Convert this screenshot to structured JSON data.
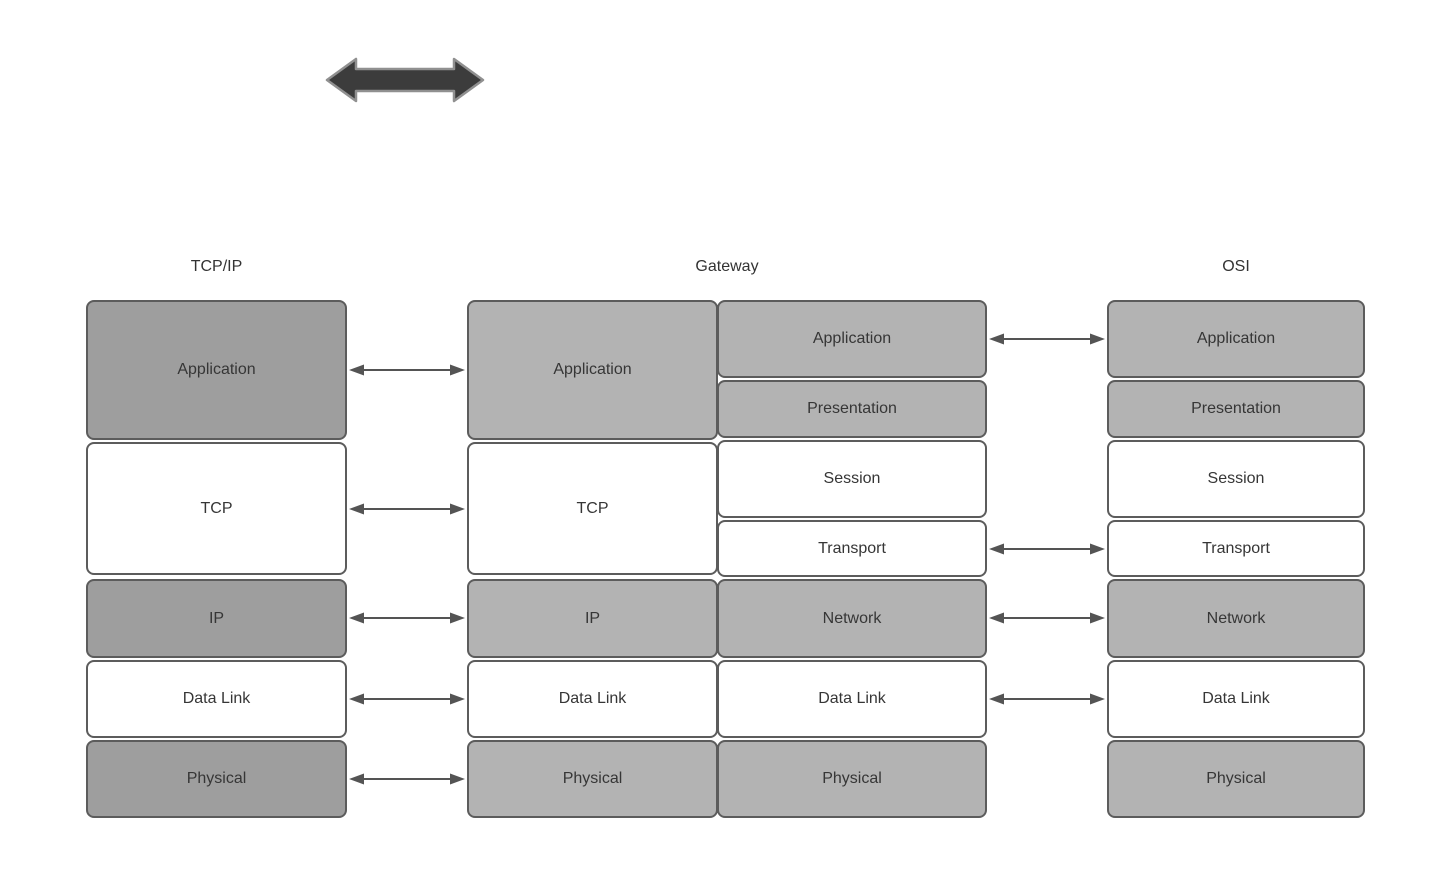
{
  "headers": {
    "tcpip": "TCP/IP",
    "gateway": "Gateway",
    "osi": "OSI"
  },
  "stacks": {
    "tcpip": [
      "Application",
      "TCP",
      "IP",
      "Data Link",
      "Physical"
    ],
    "gateway_left": [
      "Application",
      "TCP",
      "IP",
      "Data Link",
      "Physical"
    ],
    "gateway_right": [
      "Application",
      "Presentation",
      "Session",
      "Transport",
      "Network",
      "Data Link",
      "Physical"
    ],
    "osi": [
      "Application",
      "Presentation",
      "Session",
      "Transport",
      "Network",
      "Data Link",
      "Physical"
    ]
  },
  "colors": {
    "tcpip_gray": "#9e9e9e",
    "gateway_osi_gray": "#b3b3b3",
    "box_white": "#ffffff",
    "box_border": "#5c5c5c",
    "thin_arrow": "#545454",
    "thick_arrow_fill": "#3c3c3c",
    "thick_arrow_stroke": "#909090",
    "text": "#363636"
  },
  "icons": {
    "thick_double_arrow": "horizontal two-headed arrow",
    "thin_double_arrow": "horizontal two-headed connector arrow"
  }
}
